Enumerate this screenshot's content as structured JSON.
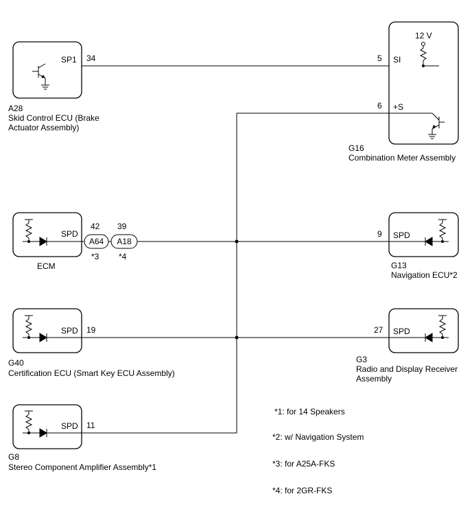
{
  "components": {
    "a28": {
      "code": "A28",
      "name_line1": "Skid Control ECU (Brake",
      "name_line2": "Actuator Assembly)",
      "terminal": "SP1",
      "pin": "34"
    },
    "g16": {
      "code": "G16",
      "name": "Combination Meter Assembly",
      "supply": "12 V",
      "terminal_si": "SI",
      "pin_si": "5",
      "terminal_s": "+S",
      "pin_s": "6"
    },
    "ecm": {
      "name": "ECM",
      "terminal": "SPD"
    },
    "g13": {
      "code": "G13",
      "name": "Navigation ECU*2",
      "terminal": "SPD",
      "pin": "9"
    },
    "g40": {
      "code": "G40",
      "name": "Certification ECU (Smart Key ECU Assembly)",
      "terminal": "SPD",
      "pin": "19"
    },
    "g3": {
      "code": "G3",
      "name_line1": "Radio and Display Receiver",
      "name_line2": "Assembly",
      "terminal": "SPD",
      "pin": "27"
    },
    "g8": {
      "code": "G8",
      "name": "Stereo Component Amplifier Assembly*1",
      "terminal": "SPD",
      "pin": "11"
    }
  },
  "connectors": {
    "a64": {
      "code": "A64",
      "pin": "42",
      "note": "*3"
    },
    "a18": {
      "code": "A18",
      "pin": "39",
      "note": "*4"
    }
  },
  "notes": [
    "*1: for 14 Speakers",
    "*2: w/ Navigation System",
    "*3: for A25A-FKS",
    "*4: for 2GR-FKS"
  ]
}
